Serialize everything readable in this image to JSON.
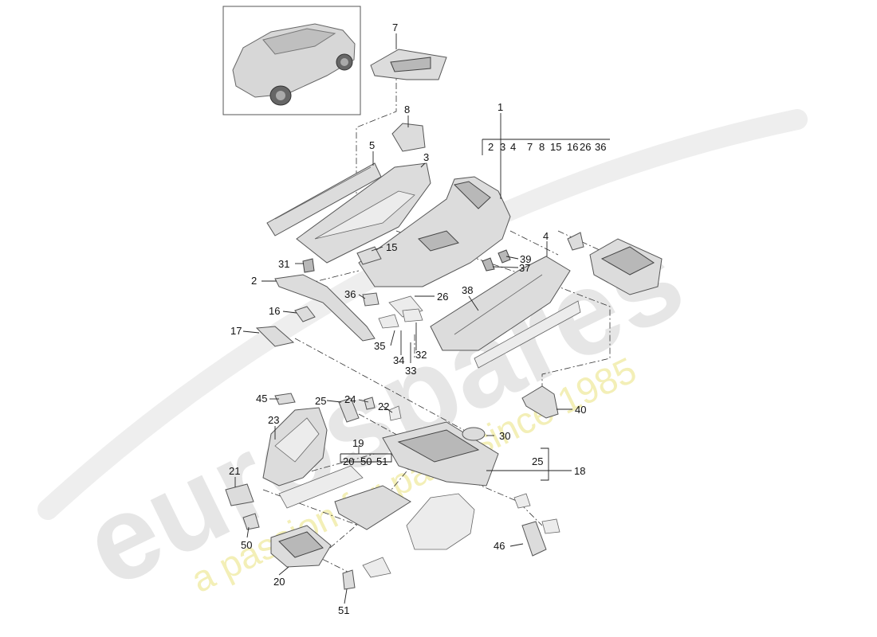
{
  "watermark": {
    "brand": "eurospares",
    "tagline": "a passion for parts since 1985"
  },
  "vehicle_thumbnail": {
    "icon": "car-thumbnail-icon"
  },
  "bracket_1": {
    "part": "1",
    "includes": [
      "2",
      "3",
      "4",
      "7",
      "8",
      "15",
      "16",
      "26",
      "36"
    ]
  },
  "bracket_19": {
    "part": "19",
    "includes": [
      "20",
      "50",
      "51"
    ]
  },
  "bracket_25": {
    "part": "25"
  },
  "callouts": {
    "p1": "1",
    "p2": "2",
    "p3": "3",
    "p4": "4",
    "p5": "5",
    "p7": "7",
    "p8": "8",
    "p15": "15",
    "p16": "16",
    "p17": "17",
    "p18": "18",
    "p20": "20",
    "p21": "21",
    "p22": "22",
    "p23": "23",
    "p24": "24",
    "p25": "25",
    "p26": "26",
    "p30": "30",
    "p31": "31",
    "p32": "32",
    "p33": "33",
    "p34": "34",
    "p35": "35",
    "p36": "36",
    "p37": "37",
    "p38": "38",
    "p39": "39",
    "p40": "40",
    "p45": "45",
    "p46": "46",
    "p50": "50",
    "p51": "51"
  }
}
